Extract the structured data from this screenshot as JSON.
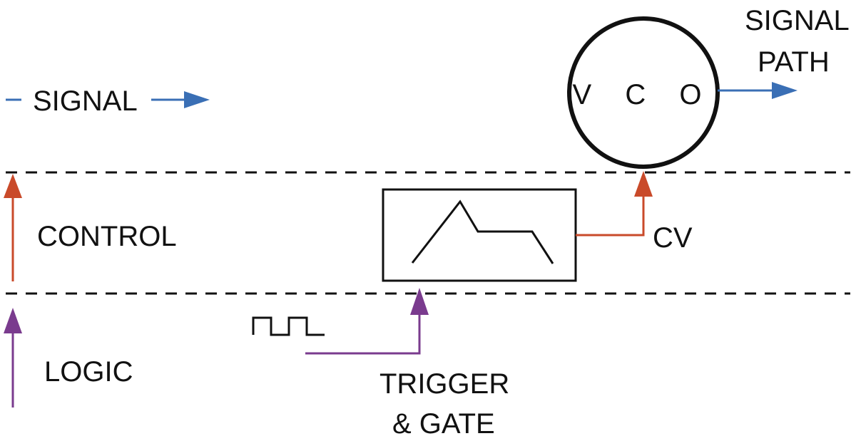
{
  "legend": {
    "signal": "SIGNAL",
    "control": "CONTROL",
    "logic": "LOGIC"
  },
  "blocks": {
    "vco": "V C O",
    "envelope": ""
  },
  "labels": {
    "signal_path_line1": "SIGNAL",
    "signal_path_line2": "PATH",
    "cv": "CV",
    "trigger_line1": "TRIGGER",
    "trigger_line2": "& GATE"
  },
  "colors": {
    "signal": "#3a6fb5",
    "control": "#c94a2a",
    "logic": "#7a3b8e",
    "ink": "#111111"
  }
}
